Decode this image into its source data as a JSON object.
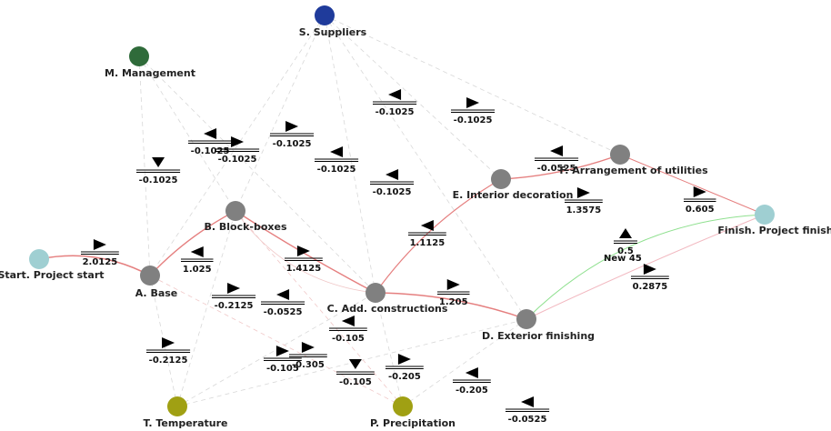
{
  "colors": {
    "project_node": "#9fcfd2",
    "activity_node": "#808080",
    "supplier_node": "#1f3b9b",
    "management_node": "#2f6b3a",
    "weather_node": "#a0a013",
    "critical_edge": "#e57f7f",
    "green_edge": "#8fe08f",
    "pink_edge": "#f2b8c0",
    "faint_edge": "#d8d8d8",
    "faint_red_edge": "#f0c8c8"
  },
  "nodes": {
    "start": {
      "label": "Start. Project start",
      "kind": "project_node"
    },
    "a": {
      "label": "A. Base",
      "kind": "activity_node"
    },
    "b": {
      "label": "B. Block-boxes",
      "kind": "activity_node"
    },
    "c": {
      "label": "C. Add. constructions",
      "kind": "activity_node"
    },
    "d": {
      "label": "D. Exterior finishing",
      "kind": "activity_node"
    },
    "e": {
      "label": "E. Interior decoration",
      "kind": "activity_node"
    },
    "f": {
      "label": "F. Arrangement of utilities",
      "kind": "activity_node"
    },
    "finish": {
      "label": "Finish. Project finish",
      "kind": "project_node"
    },
    "s": {
      "label": "S. Suppliers",
      "kind": "supplier_node"
    },
    "m": {
      "label": "M. Management",
      "kind": "management_node"
    },
    "t": {
      "label": "T. Temperature",
      "kind": "weather_node"
    },
    "p": {
      "label": "P. Precipitation",
      "kind": "weather_node"
    }
  },
  "edge_labels": {
    "start_a": "2.0125",
    "a_b": "1.025",
    "b_c": "1.4125",
    "c_d": "1.205",
    "c_e": "1.1125",
    "e_f": "1.3575",
    "f_finish": "0.605",
    "d_finish": "0.2875",
    "new45": "0.5",
    "new45_name": "New 45",
    "s_1": "-0.1025",
    "s_2": "-0.1025",
    "s_3": "-0.1025",
    "s_4": "-0.1025",
    "s_5": "-0.1025",
    "m_1": "-0.1025",
    "m_2": "-0.1025",
    "m_3": "-0.1025",
    "f_in": "-0.0525",
    "a_t": "-0.2125",
    "b_t": "-0.2125",
    "b_p": "-0.0525",
    "c_t": "-0.105",
    "x_1": "-0.105",
    "x_2": "-0.305",
    "c_p": "-0.105",
    "p_1": "-0.205",
    "p_2": "-0.205",
    "p_3": "-0.0525"
  }
}
